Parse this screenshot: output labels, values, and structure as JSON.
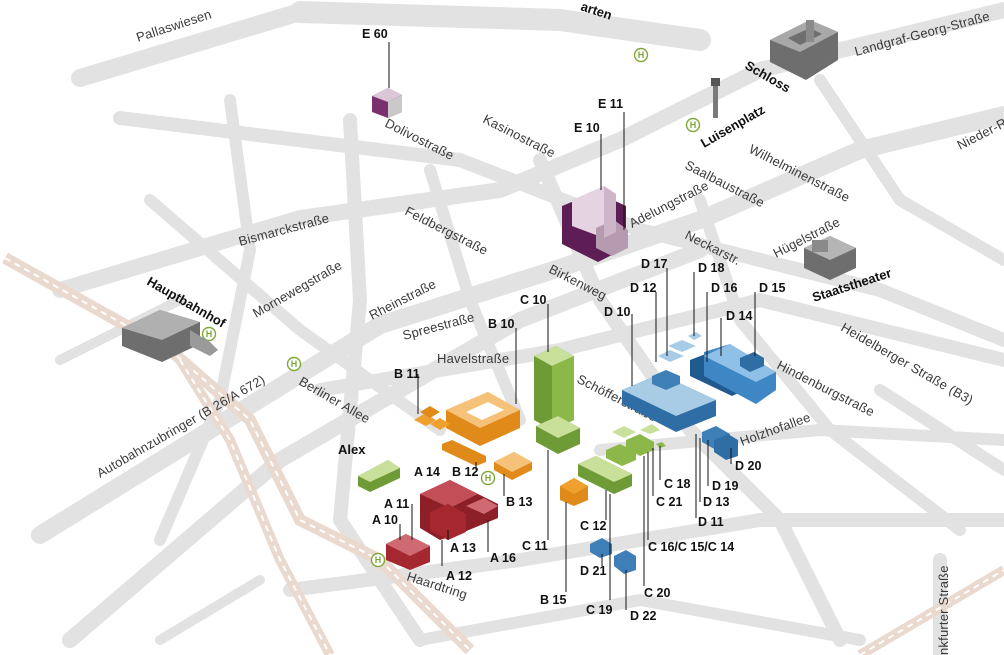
{
  "streets": [
    "Pallaswiesen",
    "Landgraf-Georg-Straße",
    "Kasinostraße",
    "Dolivostraße",
    "Wilhelminenstraße",
    "Saalbaustraße",
    "Adelungstraße",
    "Nieder-R",
    "Bismarckstraße",
    "Feldbergstraße",
    "Hügelstraße",
    "Neckarstr.",
    "Mornewegstraße",
    "Birkenweg",
    "Rheinstraße",
    "Spreestraße",
    "Heidelberger Straße (B3)",
    "Havelstraße",
    "Schöfferstraße",
    "Berliner Allee",
    "Hindenburgstraße",
    "Holzhofallee",
    "Autobahnzubringer (B 26/A 672)",
    "Haardtring",
    "nkfurter Straße",
    "arten"
  ],
  "landmarks": [
    "Schloss",
    "Luisenplatz",
    "Staatstheater",
    "Hauptbahnhof",
    "Alex"
  ],
  "transit_stop_symbol": "H",
  "buildings": {
    "E60": "E 60",
    "E11": "E 11",
    "E10": "E 10",
    "D17": "D 17",
    "D18": "D 18",
    "D12": "D 12",
    "D16": "D 16",
    "D15": "D 15",
    "D10": "D 10",
    "D14": "D 14",
    "D20": "D 20",
    "D19": "D 19",
    "D13": "D 13",
    "D11": "D 11",
    "D21": "D 21",
    "D22": "D 22",
    "C10": "C 10",
    "C11": "C 11",
    "C12": "C 12",
    "C18": "C 18",
    "C21": "C 21",
    "C16_C15_C14": "C 16/C 15/C 14",
    "C20": "C 20",
    "C19": "C 19",
    "B10": "B 10",
    "B11": "B 11",
    "B12": "B 12",
    "B13": "B 13",
    "B15": "B 15",
    "A10": "A 10",
    "A11": "A 11",
    "A12": "A 12",
    "A13": "A 13",
    "A14": "A 14",
    "A16": "A 16"
  },
  "colors": {
    "E": "#7a2f6e",
    "D": "#3f7fb8",
    "C": "#8cb84a",
    "B": "#f0a02e",
    "A": "#a52730",
    "neutral": "#8c8c8c",
    "road": "#e2e2e2",
    "transit": "#7ea83a"
  }
}
